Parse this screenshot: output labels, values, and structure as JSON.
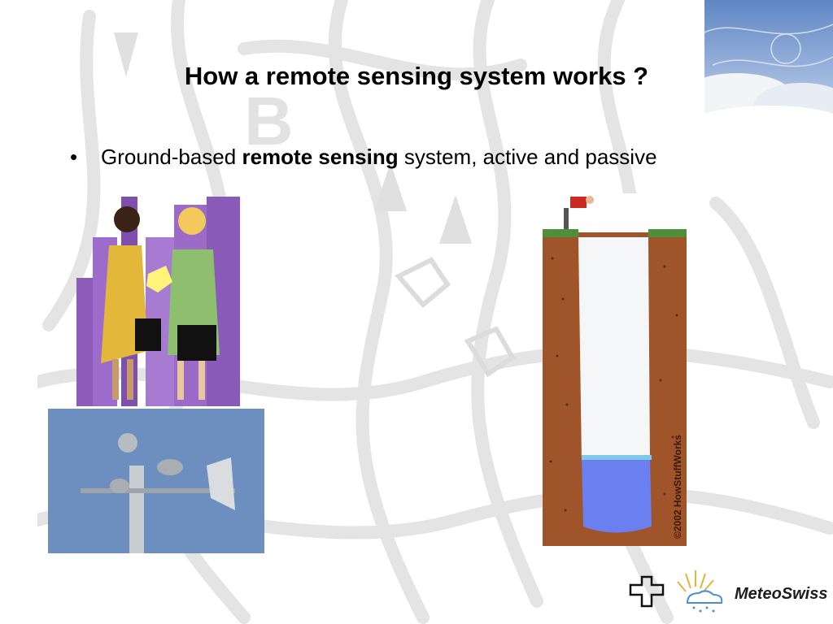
{
  "slide": {
    "title": "How a remote sensing system works ?",
    "bullet": {
      "symbol": "•",
      "text_before": "Ground-based ",
      "text_bold": "remote sensing",
      "text_after": " system, active and passive"
    },
    "well_credit": "©2002 HowStuffWorks",
    "background_letter": "B",
    "logo": {
      "name": "MeteoSwiss"
    }
  },
  "colors": {
    "background": "#ffffff",
    "background_swirl": "#e6e6e6",
    "clipart_purple": "#9b6bc7",
    "sky_blue": "#6d8fbf",
    "soil": "#a0542a",
    "water": "#6a7ff0"
  },
  "icons": [
    "meteo-weather-photo",
    "business-handshake-clipart",
    "wind-vane-photo",
    "water-well-diagram",
    "swiss-cross-icon",
    "sun-cloud-icon"
  ]
}
